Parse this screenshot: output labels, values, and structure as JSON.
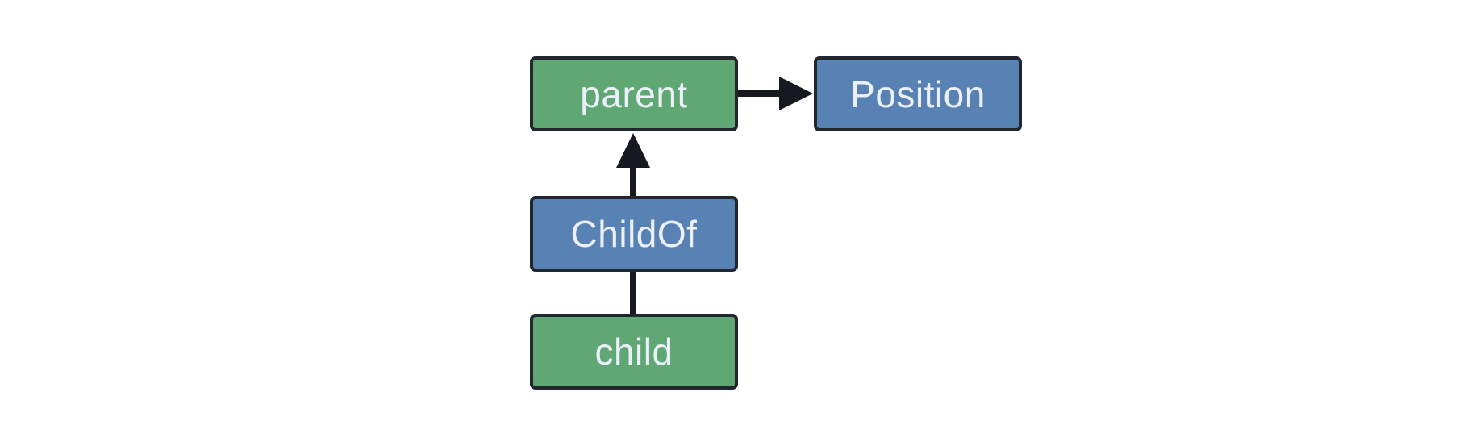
{
  "diagram": {
    "background": "#ffffff",
    "colors": {
      "background": "#ffffff",
      "green_fill": "#5fa873",
      "blue_fill": "#5881b4",
      "border": "#22262e",
      "edge": "#16191f",
      "text": "#ecf0fa"
    },
    "nodes": [
      {
        "id": "parent",
        "label": "parent",
        "role": "entity",
        "color": "green"
      },
      {
        "id": "position",
        "label": "Position",
        "role": "component",
        "color": "blue"
      },
      {
        "id": "childof",
        "label": "ChildOf",
        "role": "relationship",
        "color": "blue"
      },
      {
        "id": "child",
        "label": "child",
        "role": "entity",
        "color": "green"
      }
    ],
    "edges": [
      {
        "from": "parent",
        "to": "position",
        "style": "arrow-right"
      },
      {
        "from": "childof",
        "to": "parent",
        "style": "arrow-up"
      },
      {
        "from": "child",
        "to": "childof",
        "style": "plain-line"
      }
    ]
  }
}
